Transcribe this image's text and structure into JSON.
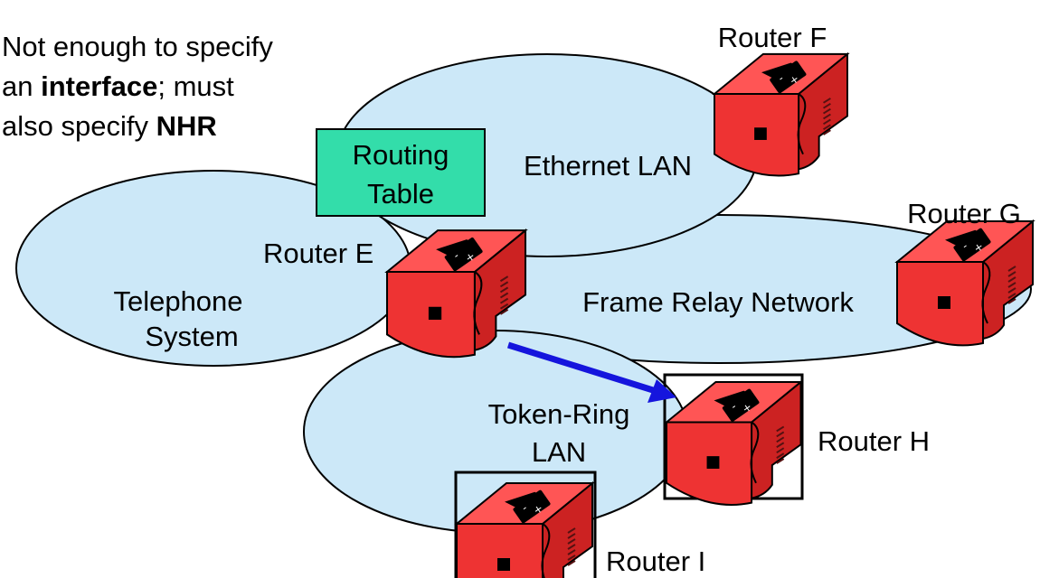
{
  "note": {
    "line1": "Not enough to specify",
    "line2_prefix": "an ",
    "line2_bold": "interface",
    "line2_suffix": "; must",
    "line3_prefix": "also specify ",
    "line3_bold": "NHR"
  },
  "networks": {
    "ethernet": "Ethernet LAN",
    "telephone_line1": "Telephone",
    "telephone_line2": "System",
    "frame_relay": "Frame Relay Network",
    "token_ring_line1": "Token-Ring",
    "token_ring_line2": "LAN"
  },
  "routing_table": {
    "line1": "Routing",
    "line2": "Table"
  },
  "routers": {
    "e": "Router E",
    "f": "Router F",
    "g": "Router G",
    "h": "Router H",
    "i": "Router I"
  },
  "colors": {
    "cloud_fill": "#cce8f8",
    "router_red": "#ee3333",
    "routing_table_fill": "#33ddaa",
    "arrow_blue": "#1515dd"
  }
}
